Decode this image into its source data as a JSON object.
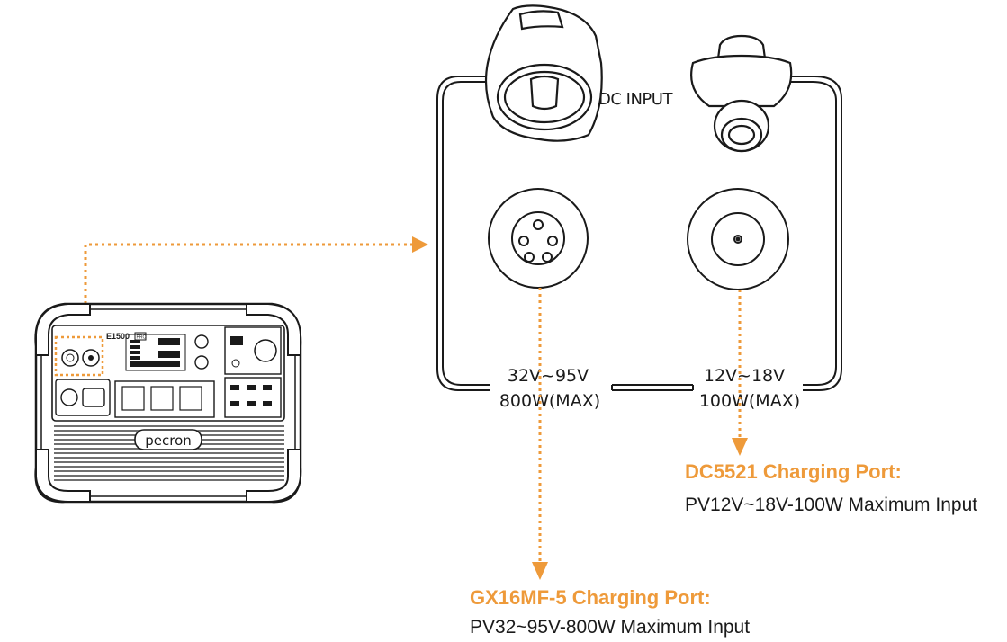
{
  "diagram": {
    "title": "DC INPUT",
    "device": {
      "model": "E1500",
      "model_badge": "PRO",
      "brand": "pecron"
    },
    "ports": [
      {
        "id": "gx16",
        "range": "32V~95V",
        "power": "800W(MAX)",
        "title": "GX16MF-5 Charging Port:",
        "description": "PV32~95V-800W Maximum Input"
      },
      {
        "id": "dc5521",
        "range": "12V~18V",
        "power": "100W(MAX)",
        "title": "DC5521 Charging Port:",
        "description": "PV12V~18V-100W Maximum Input"
      }
    ],
    "colors": {
      "accent": "#ee9a3a",
      "line": "#1a1a1a"
    }
  }
}
